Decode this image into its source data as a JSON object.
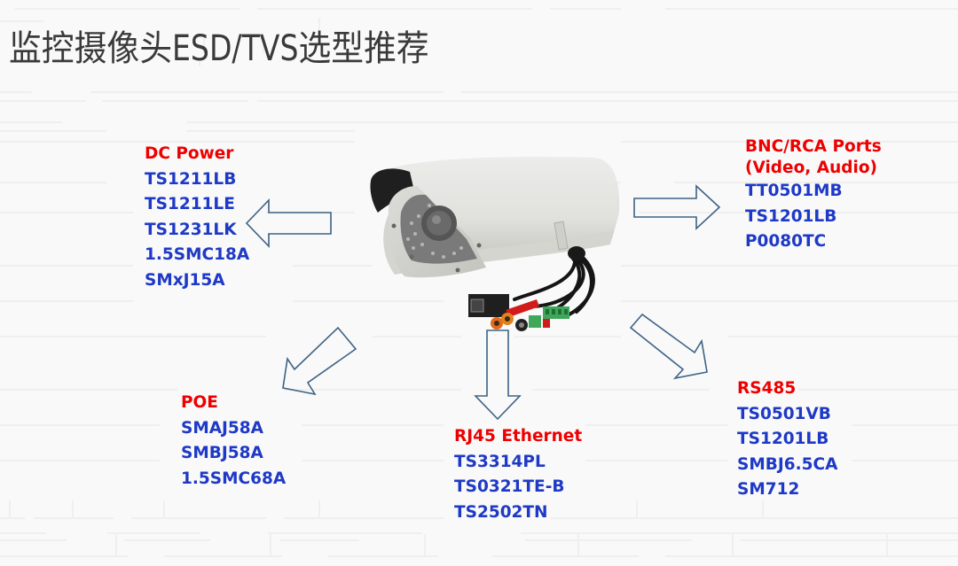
{
  "title": "监控摄像头ESD/TVS选型推荐",
  "colors": {
    "background": "#f9f9f9",
    "title": "#3a3a3a",
    "heading": "#ee0000",
    "part_number": "#1e39c6",
    "arrow_stroke": "#3d6286",
    "camera_body": "#e6e6e2"
  },
  "camera_image": {
    "label": "surveillance-camera"
  },
  "groups": [
    {
      "id": "dc-power",
      "heading": "DC Power",
      "parts": [
        "TS1211LB",
        "TS1211LE",
        "TS1231LK",
        "1.5SMC18A",
        "SMxJ15A"
      ]
    },
    {
      "id": "bnc-rca",
      "heading": "BNC/RCA Ports",
      "heading2": "(Video, Audio)",
      "parts": [
        "TT0501MB",
        "TS1201LB",
        "P0080TC"
      ]
    },
    {
      "id": "poe",
      "heading": "POE",
      "parts": [
        "SMAJ58A",
        "SMBJ58A",
        "1.5SMC68A"
      ]
    },
    {
      "id": "rj45",
      "heading": "RJ45 Ethernet",
      "parts": [
        "TS3314PL",
        "TS0321TE-B",
        "TS2502TN"
      ]
    },
    {
      "id": "rs485",
      "heading": "RS485",
      "parts": [
        "TS0501VB",
        "TS1201LB",
        "SMBJ6.5CA",
        "SM712"
      ]
    }
  ],
  "arrows": [
    {
      "id": "to-dc-power",
      "direction": "left"
    },
    {
      "id": "to-bnc-rca",
      "direction": "right"
    },
    {
      "id": "to-poe",
      "direction": "down-left"
    },
    {
      "id": "to-rj45",
      "direction": "down"
    },
    {
      "id": "to-rs485",
      "direction": "down-right"
    }
  ]
}
